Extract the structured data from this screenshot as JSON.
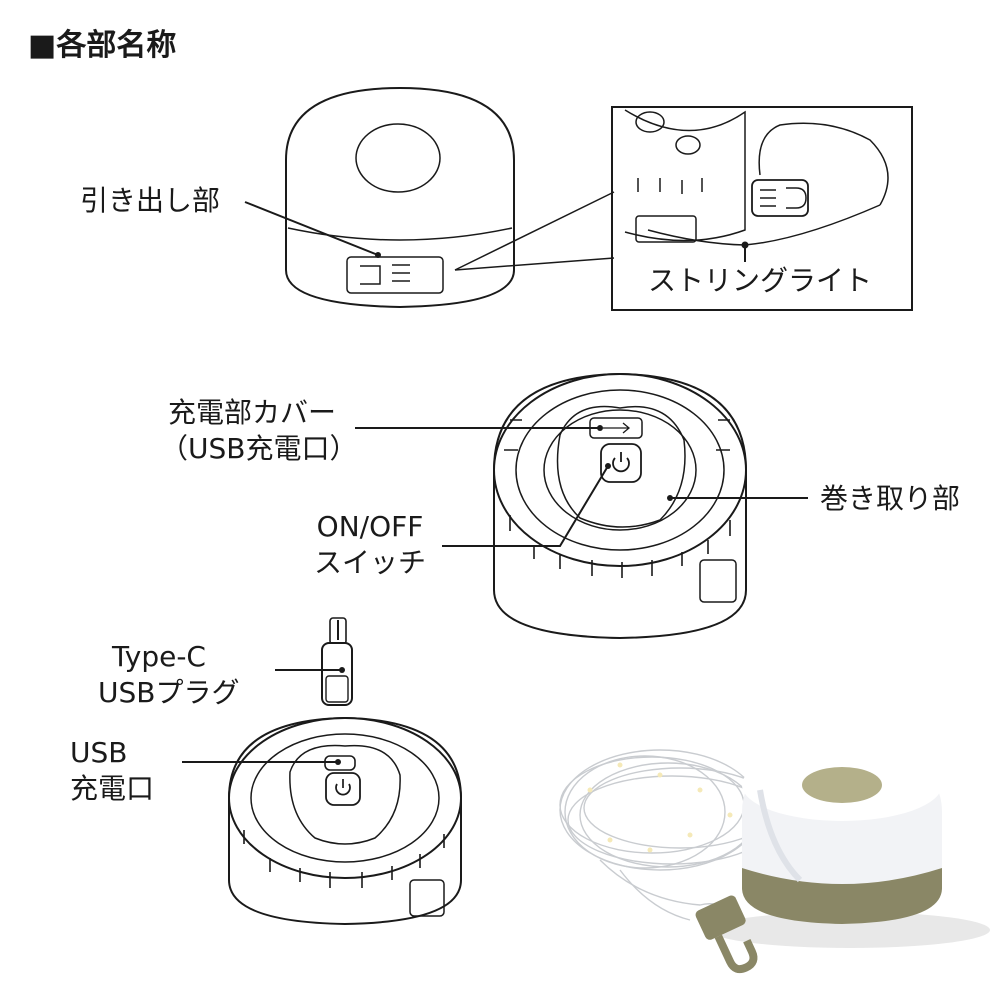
{
  "title": "■各部名称",
  "labels": {
    "drawer": "引き出し部",
    "string_light": "ストリングライト",
    "charge_cover_1": "充電部カバー",
    "charge_cover_2": "（USB充電口）",
    "winder": "巻き取り部",
    "onoff_1": "ON/OFF",
    "onoff_2": "スイッチ",
    "typec_1": "Type-C",
    "typec_2": "USBプラグ",
    "usb_port_1": "USB",
    "usb_port_2": "充電口"
  },
  "colors": {
    "line": "#1a1a1a",
    "lamp_white": "#f2f3f6",
    "base_khaki": "#8a8766",
    "lid_khaki": "#b4b08a",
    "cord": "#c9ccd0"
  }
}
